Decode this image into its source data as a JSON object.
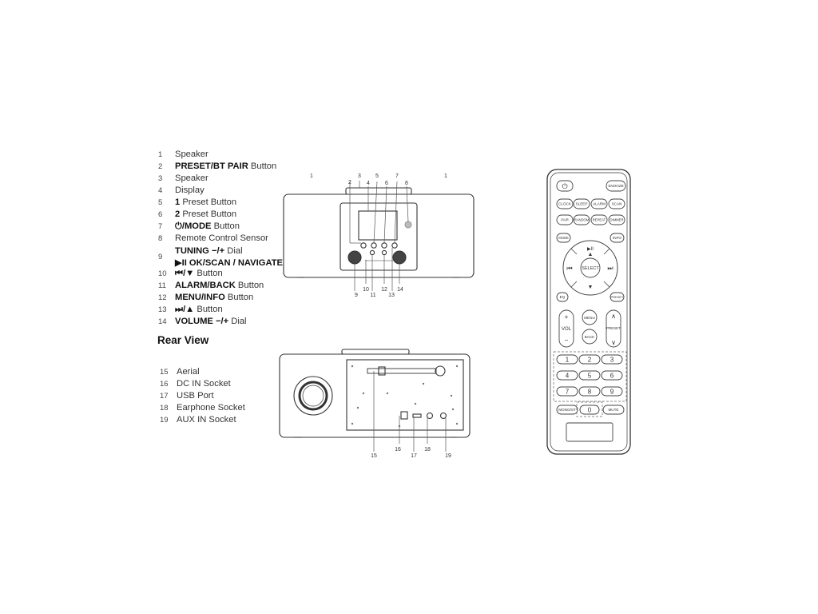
{
  "front_legend": [
    {
      "num": "1",
      "parts": [
        {
          "t": "Speaker",
          "b": false
        }
      ]
    },
    {
      "num": "2",
      "parts": [
        {
          "t": "PRESET/BT PAIR",
          "b": true
        },
        {
          "t": " Button",
          "b": false
        }
      ]
    },
    {
      "num": "3",
      "parts": [
        {
          "t": "Speaker",
          "b": false
        }
      ]
    },
    {
      "num": "4",
      "parts": [
        {
          "t": "Display",
          "b": false
        }
      ]
    },
    {
      "num": "5",
      "parts": [
        {
          "t": "1",
          "b": true
        },
        {
          "t": " Preset Button",
          "b": false
        }
      ]
    },
    {
      "num": "6",
      "parts": [
        {
          "t": "2",
          "b": true
        },
        {
          "t": " Preset Button",
          "b": false
        }
      ]
    },
    {
      "num": "7",
      "parts": [
        {
          "t": "⏻/MODE",
          "b": true
        },
        {
          "t": " Button",
          "b": false
        }
      ]
    },
    {
      "num": "8",
      "parts": [
        {
          "t": "Remote Control Sensor",
          "b": false
        }
      ]
    },
    {
      "num": "9",
      "parts": [
        {
          "t": "TUNING −/+",
          "b": true
        },
        {
          "t": " Dial",
          "b": false
        }
      ],
      "parts2": [
        {
          "t": "▶II OK/SCAN / NAVIGATE",
          "b": true
        }
      ]
    },
    {
      "num": "10",
      "parts": [
        {
          "t": "⏮/▼",
          "b": true
        },
        {
          "t": " Button",
          "b": false
        }
      ]
    },
    {
      "num": "11",
      "parts": [
        {
          "t": "ALARM/BACK",
          "b": true
        },
        {
          "t": " Button",
          "b": false
        }
      ]
    },
    {
      "num": "12",
      "parts": [
        {
          "t": "MENU/INFO",
          "b": true
        },
        {
          "t": " Button",
          "b": false
        }
      ]
    },
    {
      "num": "13",
      "parts": [
        {
          "t": "⏭/▲",
          "b": true
        },
        {
          "t": " Button",
          "b": false
        }
      ]
    },
    {
      "num": "14",
      "parts": [
        {
          "t": "VOLUME −/+",
          "b": true
        },
        {
          "t": " Dial",
          "b": false
        }
      ]
    }
  ],
  "rear_title": "Rear View",
  "rear_legend": [
    {
      "num": "15",
      "text": "Aerial"
    },
    {
      "num": "16",
      "text": "DC IN Socket"
    },
    {
      "num": "17",
      "text": "USB Port"
    },
    {
      "num": "18",
      "text": "Earphone Socket"
    },
    {
      "num": "19",
      "text": "AUX IN Socket"
    }
  ],
  "front_callouts": [
    "1",
    "2",
    "3",
    "4",
    "5",
    "6",
    "7",
    "8",
    "1",
    "9",
    "10",
    "11",
    "12",
    "13",
    "14"
  ],
  "rear_callouts": [
    "15",
    "16",
    "17",
    "18",
    "19"
  ],
  "remote": {
    "power_icon": "power-icon",
    "snooze": "SNOOZE",
    "row1": [
      "CLOCK",
      "SLEEP",
      "ALARM",
      "SCAN"
    ],
    "row2": [
      "PAIR",
      "RANDOM",
      "REPEAT",
      "DIMMER"
    ],
    "mode": "MODE",
    "info": "INFO",
    "select": "SELECT",
    "eq": "EQ",
    "preset_small": "PRESET",
    "vol_plus": "+",
    "vol_label": "VOL",
    "vol_minus": "−",
    "menu": "MENU",
    "back": "BACK",
    "preset_big": "PRESET",
    "digits": [
      "1",
      "2",
      "3",
      "4",
      "5",
      "6",
      "7",
      "8",
      "9"
    ],
    "mono_st": "MONO/ST",
    "zero": "0",
    "mute": "MUTE"
  }
}
